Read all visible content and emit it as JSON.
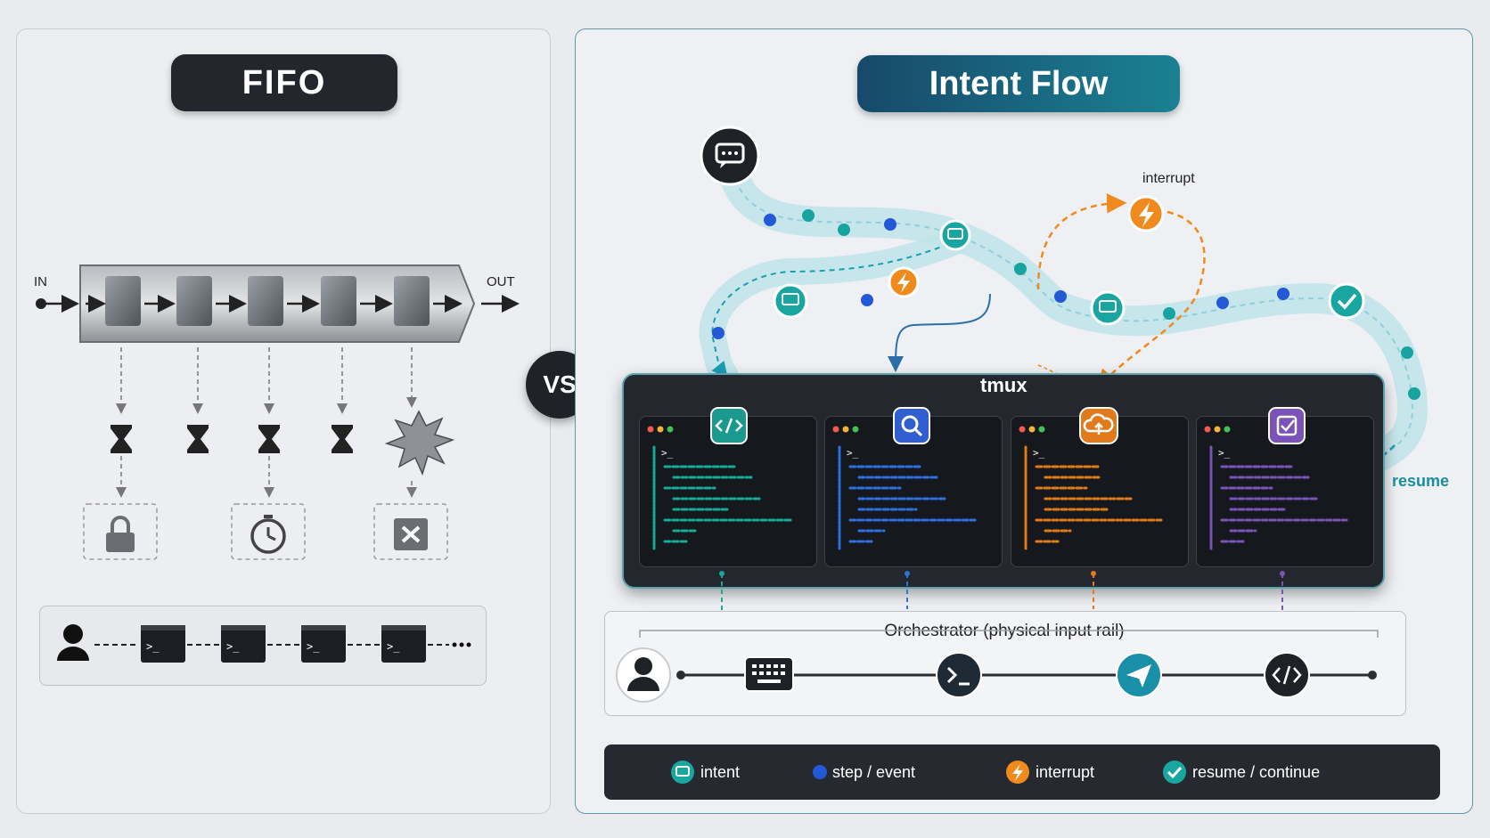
{
  "left": {
    "title": "FIFO",
    "in_label": "IN",
    "out_label": "OUT",
    "blocks": 5,
    "outcomes": [
      "lock-icon",
      "timer-icon",
      "error-x-icon"
    ],
    "terminals": 4
  },
  "vs_label": "VS",
  "right": {
    "title": "Intent Flow",
    "interrupt_label": "interrupt",
    "tmux_label": "tmux",
    "resume_label": "resume",
    "panes": [
      {
        "icon": "code-icon",
        "color": "#1a9a8f"
      },
      {
        "icon": "search-icon",
        "color": "#2f5fd0"
      },
      {
        "icon": "cloud-upload-icon",
        "color": "#e07a1a"
      },
      {
        "icon": "checklist-icon",
        "color": "#7a52b8"
      }
    ],
    "orchestrator_label": "Orchestrator (physical input rail)",
    "rail_icons": [
      "user-icon",
      "keyboard-icon",
      "terminal-icon",
      "send-icon",
      "code-icon"
    ]
  },
  "legend": {
    "intent": "intent",
    "step": "step / event",
    "interrupt": "interrupt",
    "resume": "resume / continue"
  },
  "colors": {
    "teal": "#17a39a",
    "blue": "#2358d6",
    "orange": "#f08a1c",
    "dark": "#23272d"
  }
}
